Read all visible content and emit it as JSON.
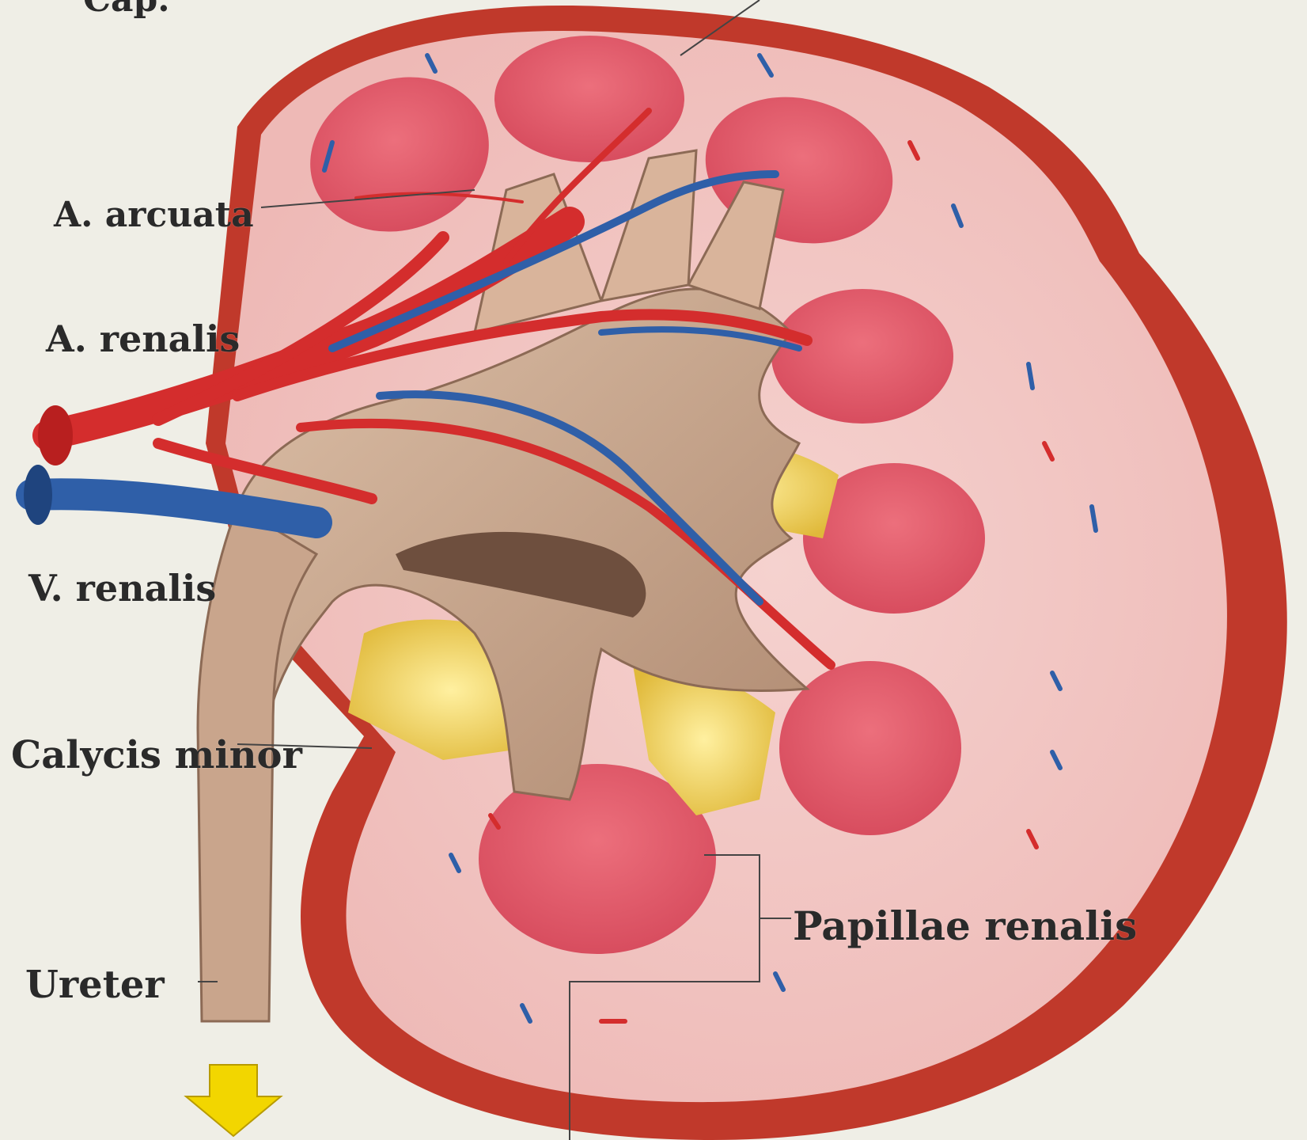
{
  "labels": {
    "cap": "Cap.",
    "a_arcuata": "A. arcuata",
    "a_renalis": "A. renalis",
    "v_renalis": "V. renalis",
    "calycis_minor": "Calycis minor",
    "papillae_renalis": "Papillae renalis",
    "ureter": "Ureter"
  },
  "colors": {
    "background": "#efeee6",
    "capsule": "#c0392b",
    "cortex": "#f3c9c6",
    "pyramid": "#e2566a",
    "pelvis": "#c9a98f",
    "fat": "#f2d24a",
    "artery": "#d42d2d",
    "vein": "#2f5fa8",
    "arrow": "#f2d600"
  }
}
